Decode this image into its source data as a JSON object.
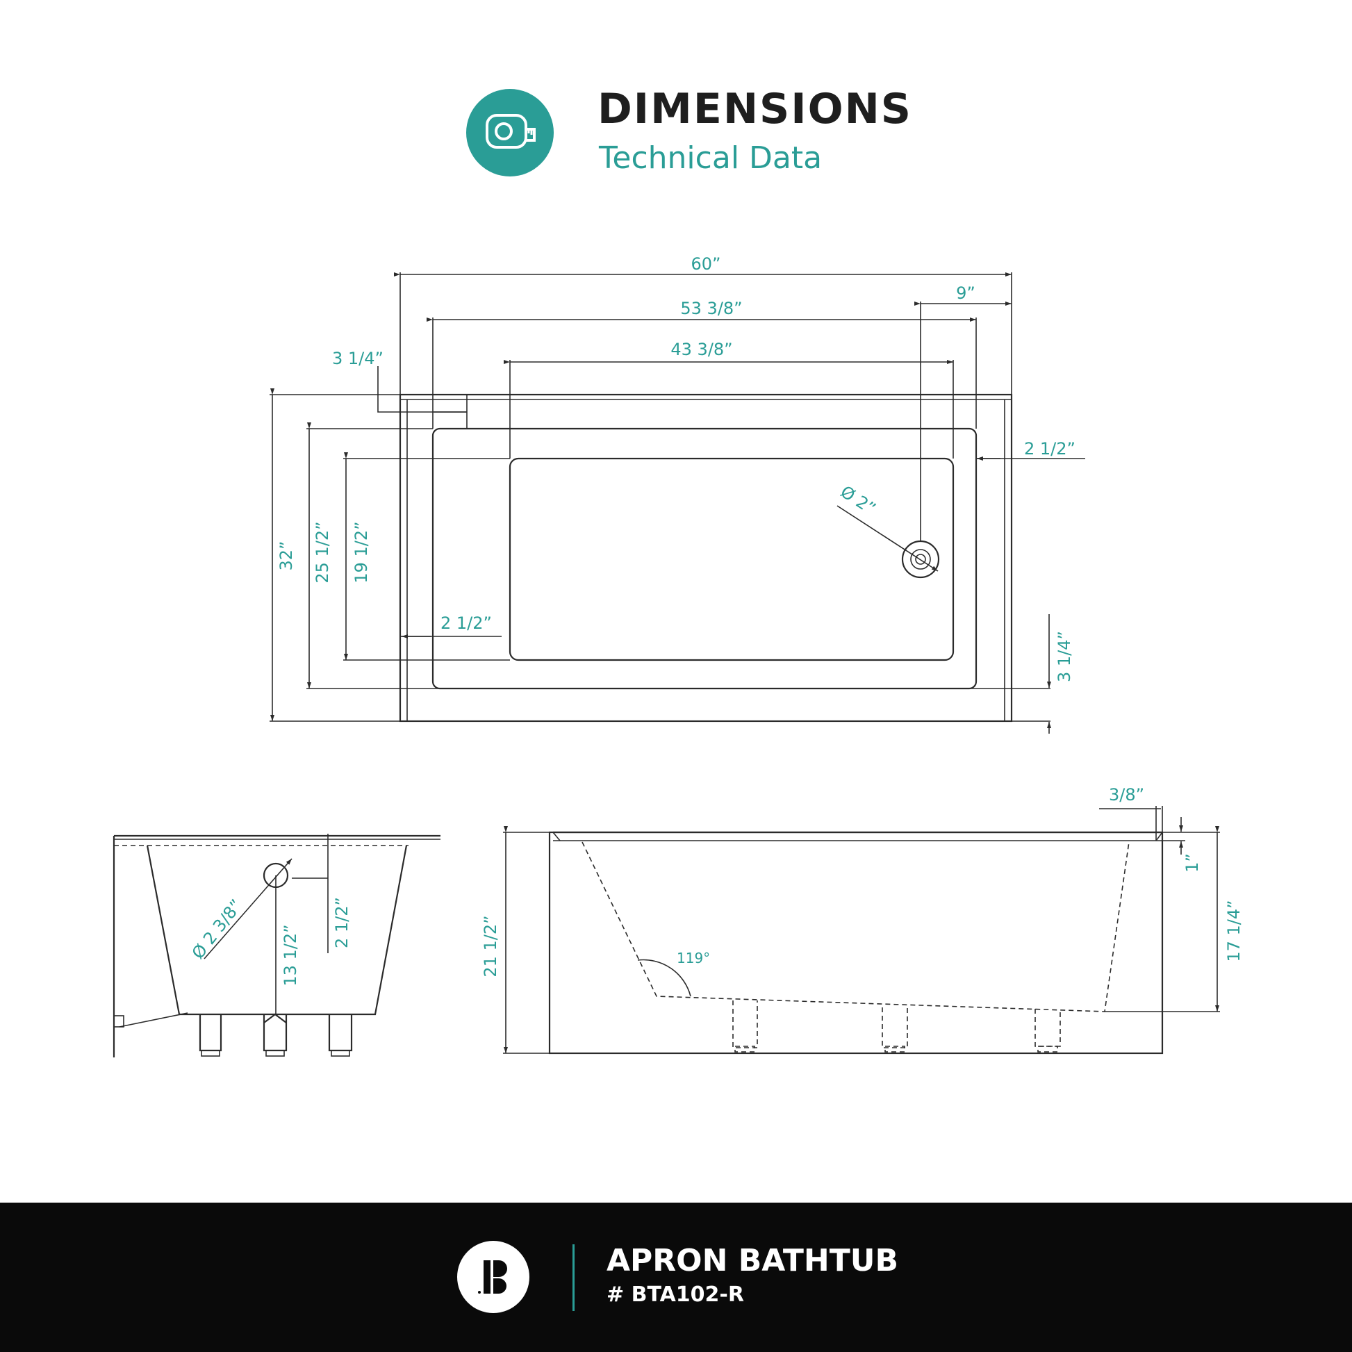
{
  "header": {
    "title": "DIMENSIONS",
    "subtitle": "Technical Data",
    "icon": "measuring-tape-icon",
    "accent_color": "#2a9d96"
  },
  "top_view": {
    "overall_length": "60”",
    "inner_rim_length": "53 3/8”",
    "basin_length": "43 3/8”",
    "drain_offset": "9”",
    "rim_top": "3 1/4”",
    "rim_right": "2 1/2”",
    "drain_diameter": "Ø 2”",
    "overall_width": "32”",
    "inner_rim_width": "25 1/2”",
    "basin_width": "19 1/2”",
    "rim_left": "2 1/2”",
    "apron_depth": "3 1/4”"
  },
  "end_view": {
    "overflow_diameter": "Ø 2 3/8”",
    "overflow_height": "13 1/2”",
    "overflow_offset": "2 1/2”"
  },
  "side_view": {
    "lip": "3/8”",
    "rim_drop": "1”",
    "overall_height": "21 1/2”",
    "basin_depth": "17 1/4”",
    "backrest_angle": "119°"
  },
  "footer": {
    "logo": "brand-logo-icon",
    "product_name": "APRON BATHTUB",
    "product_sku": "# BTA102-R"
  }
}
